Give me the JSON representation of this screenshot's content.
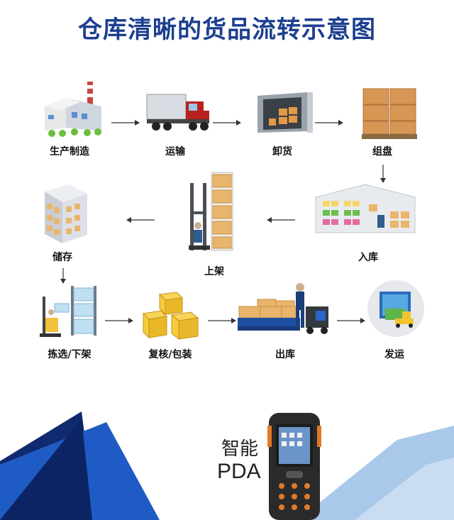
{
  "title": "仓库清晰的货品流转示意图",
  "steps": {
    "s1": "生产制造",
    "s2": "运输",
    "s3": "卸货",
    "s4": "组盘",
    "s5": "入库",
    "s6": "上架",
    "s7": "储存",
    "s8": "拣选/下架",
    "s9": "复核/包装",
    "s10": "出库",
    "s11": "发运"
  },
  "device": {
    "line1": "智能",
    "line2": "PDA"
  },
  "colors": {
    "title": "#1d3f8f",
    "navy": "#0f2a6e",
    "blue": "#1f5bc4",
    "light_blue": "#a9c8ea"
  }
}
